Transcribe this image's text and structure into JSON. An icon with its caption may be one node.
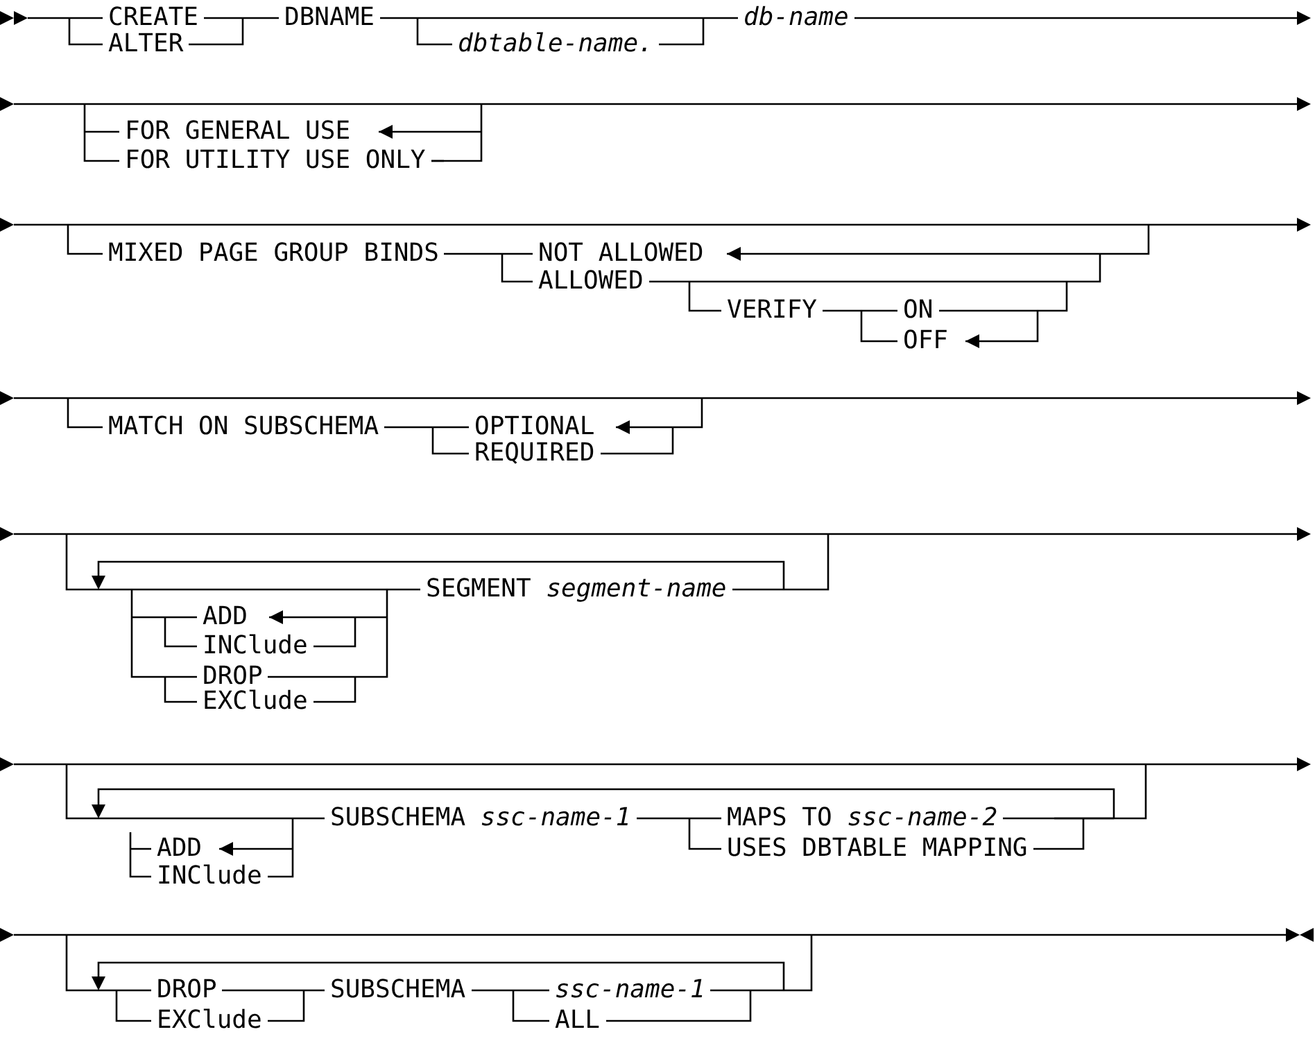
{
  "diagram": {
    "labels": [
      "CREATE",
      "DBNAME",
      "db-name",
      "ALTER",
      "dbtable-name.",
      "FOR GENERAL USE",
      "FOR UTILITY USE ONLY",
      "MIXED PAGE GROUP BINDS",
      "NOT ALLOWED",
      "ALLOWED",
      "VERIFY",
      "ON",
      "OFF",
      "MATCH ON SUBSCHEMA",
      "OPTIONAL",
      "REQUIRED",
      "SEGMENT *segment-name*",
      "ADD",
      "INClude",
      "DROP",
      "EXClude",
      "SUBSCHEMA *ssc-name-1*",
      "MAPS TO *ssc-name-2*",
      "ADD",
      "USES DBTABLE MAPPING",
      "INClude",
      "DROP",
      "SUBSCHEMA",
      "ssc-name-1",
      "EXClude",
      "ALL"
    ]
  }
}
